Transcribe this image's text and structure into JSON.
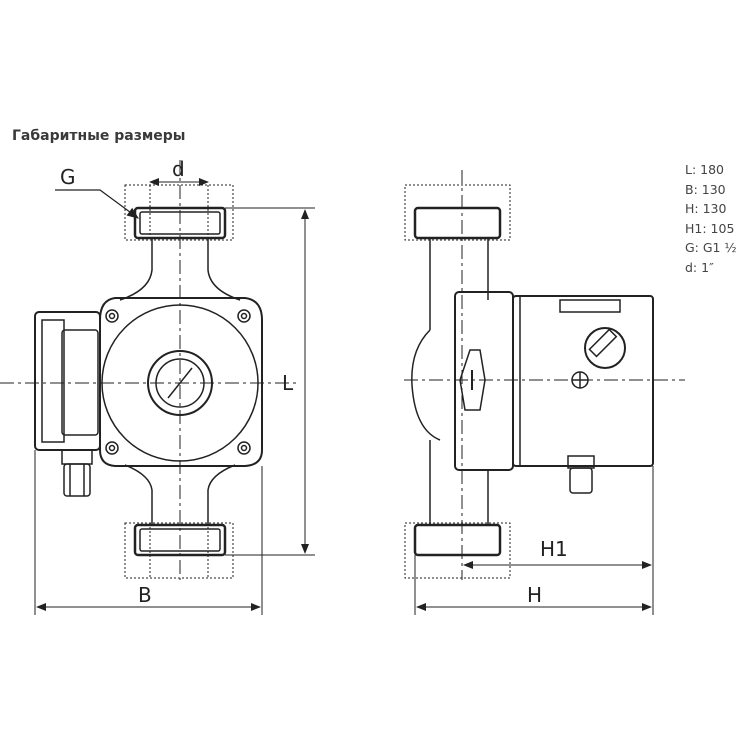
{
  "title": "Габаритные размеры",
  "specs": [
    "L: 180",
    "B: 130",
    "H: 130",
    "H1: 105",
    "G: G1 ½",
    "d: 1″"
  ],
  "labels": {
    "G": "G",
    "d": "d",
    "L": "L",
    "B": "B",
    "H": "H",
    "H1": "H1"
  }
}
